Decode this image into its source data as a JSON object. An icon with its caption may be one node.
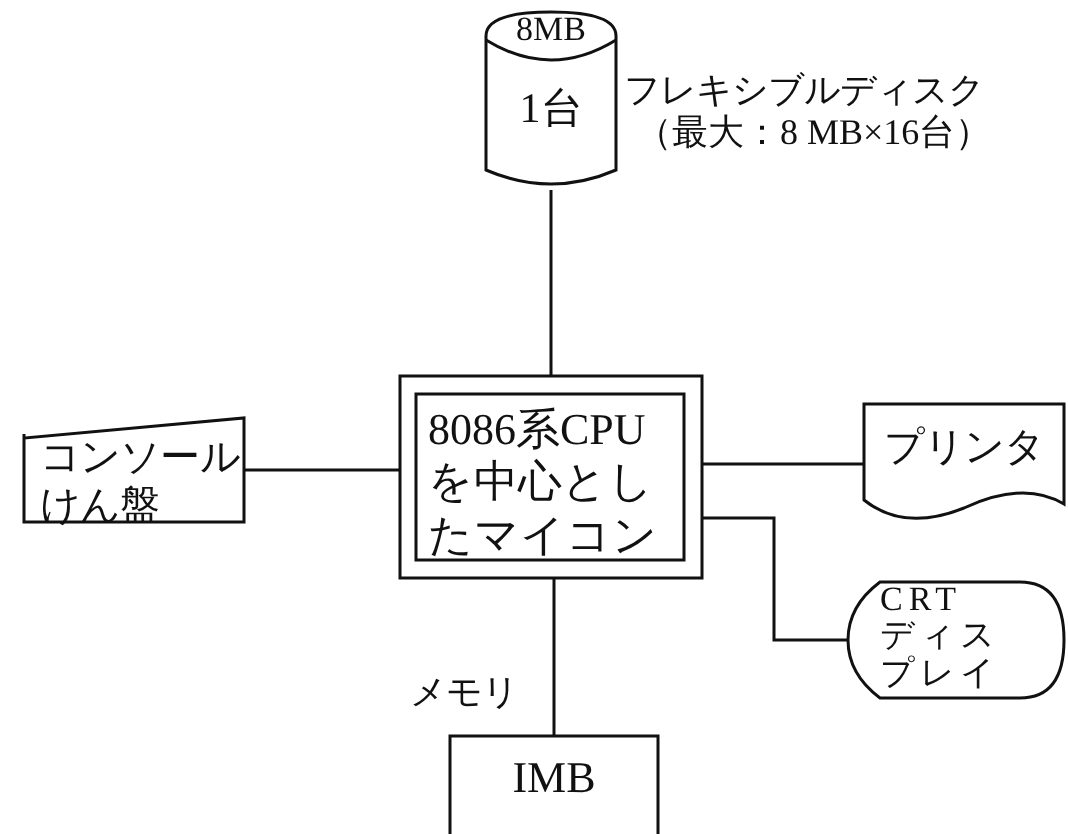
{
  "diagram": {
    "nodes": [
      {
        "text": [
          "8MB",
          "1台"
        ],
        "beside": [
          "フレキシブルディスク",
          "（最大：8 MB×16台）"
        ]
      },
      {
        "text": [
          "コンソールけん盤"
        ]
      },
      {
        "text": [
          "8086系CPUを中心としたマイコン"
        ]
      },
      {
        "text": [
          "プリンタ"
        ]
      },
      {
        "text": [
          "CRTディスプレイ"
        ]
      },
      {
        "text": [
          "IMB"
        ],
        "beside": [
          "メモリ"
        ]
      }
    ],
    "edges": [
      {
        "from": 0,
        "to": 2,
        "arrow": "none"
      },
      {
        "from": 1,
        "to": 2,
        "arrow": "none"
      },
      {
        "from": 2,
        "to": 3,
        "arrow": "none"
      },
      {
        "from": 2,
        "to": 4,
        "arrow": "none"
      },
      {
        "from": 2,
        "to": 5,
        "arrow": "none"
      }
    ]
  }
}
